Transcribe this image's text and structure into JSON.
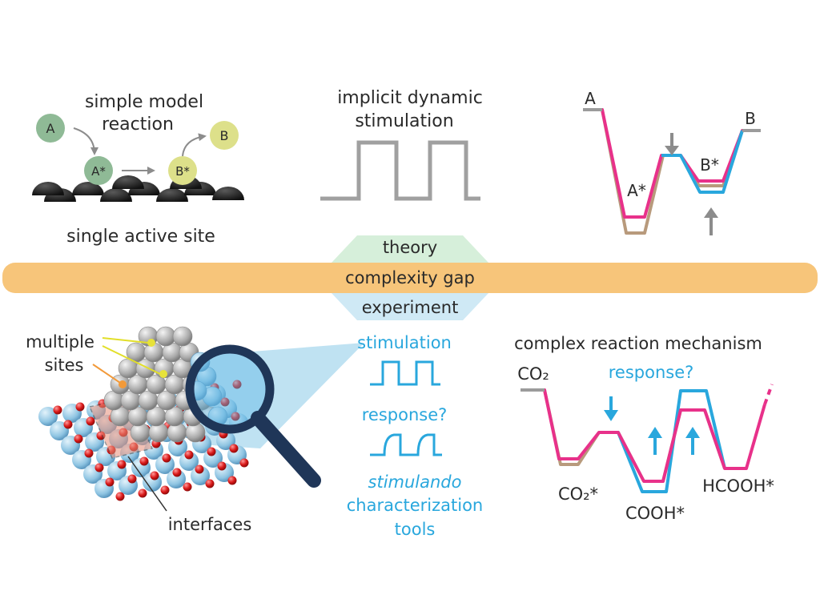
{
  "theory_panel": {
    "title_line1": "simple model",
    "title_line2": "reaction",
    "species_a": "A",
    "species_b": "B",
    "adsorbed_a": "A*",
    "adsorbed_b": "B*",
    "site_caption": "single active site"
  },
  "stimulation_panel": {
    "title_line1": "implicit dynamic",
    "title_line2": "stimulation"
  },
  "simple_energy_profile": {
    "label_a": "A",
    "label_b": "B",
    "label_a_ads": "A*",
    "label_b_ads": "B*"
  },
  "center_band": {
    "theory_label": "theory",
    "gap_label": "complexity gap",
    "experiment_label": "experiment"
  },
  "experiment_panel": {
    "multiple_sites_line1": "multiple",
    "multiple_sites_line2": "sites",
    "interfaces_label": "interfaces"
  },
  "tools_panel": {
    "stimulation_label": "stimulation",
    "response_label": "response?",
    "stimulando_label": "stimulando",
    "characterization_label": "characterization",
    "tools_label": "tools"
  },
  "complex_mechanism": {
    "title": "complex reaction mechanism",
    "response_label": "response?",
    "co2_label": "CO₂",
    "co2_ads_label": "CO₂*",
    "cooh_ads_label": "COOH*",
    "hcooh_ads_label": "HCOOH*"
  },
  "colors": {
    "magenta": "#e8318a",
    "cyan": "#29a7dd",
    "tan": "#b89a7c",
    "gray": "#9b9b9b",
    "band_orange": "#f7c57a",
    "theory_green": "#d6efda",
    "experiment_blue": "#cfe9f5",
    "navy": "#1f3658"
  }
}
